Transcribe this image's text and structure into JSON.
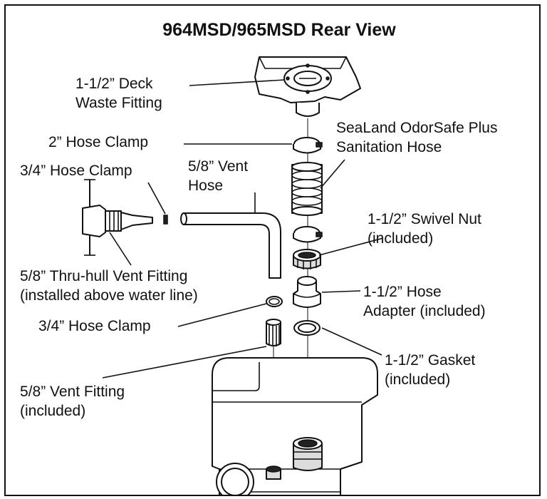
{
  "title": "964MSD/965MSD Rear View",
  "labels": {
    "deck_fitting": [
      "1-1/2” Deck",
      "Waste Fitting"
    ],
    "hose_clamp_2in": [
      "2” Hose Clamp"
    ],
    "sanitation_hose": [
      "SeaLand OdorSafe Plus",
      "Sanitation Hose"
    ],
    "hose_clamp_34_top": [
      "3/4” Hose Clamp"
    ],
    "vent_hose": [
      "5/8” Vent",
      "Hose"
    ],
    "swivel_nut": [
      "1-1/2” Swivel Nut",
      "(included)"
    ],
    "thru_hull_fitting": [
      "5/8” Thru-hull Vent Fitting",
      "(installed above water line)"
    ],
    "hose_adapter": [
      "1-1/2” Hose",
      "Adapter (included)"
    ],
    "hose_clamp_34_bottom": [
      "3/4” Hose Clamp"
    ],
    "gasket": [
      "1-1/2” Gasket",
      "(included)"
    ],
    "vent_fitting": [
      "5/8” Vent Fitting",
      "(included)"
    ]
  }
}
